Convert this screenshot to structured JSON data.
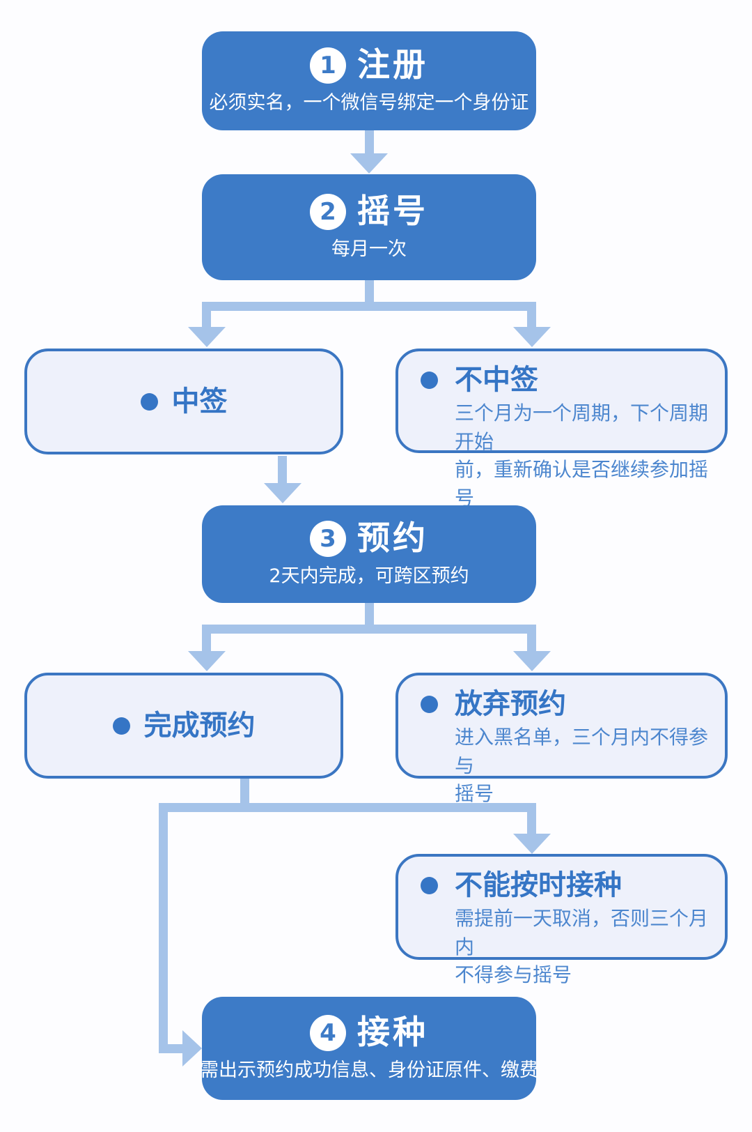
{
  "flow": {
    "steps": [
      {
        "num": "1",
        "title": "注册",
        "subtitle": "必须实名，一个微信号绑定一个身份证"
      },
      {
        "num": "2",
        "title": "摇号",
        "subtitle": "每月一次"
      },
      {
        "num": "3",
        "title": "预约",
        "subtitle": "2天内完成，可跨区预约"
      },
      {
        "num": "4",
        "title": "接种",
        "subtitle": "需出示预约成功信息、身份证原件、缴费"
      }
    ],
    "outcomes": {
      "win": {
        "title": "中签"
      },
      "lose": {
        "title": "不中签",
        "body": "三个月为一个周期，下个周期开始\n前，重新确认是否继续参加摇号"
      },
      "done": {
        "title": "完成预约"
      },
      "abandon": {
        "title": "放弃预约",
        "body": "进入黑名单，三个月内不得参与\n摇号"
      },
      "miss": {
        "title": "不能按时接种",
        "body": "需提前一天取消，否则三个月内\n不得参与摇号"
      }
    }
  },
  "colors": {
    "primary": "#3d7bc7",
    "light": "#eef1fb",
    "border": "#3b76c2",
    "titleblue": "#3575c5",
    "bodyblue": "#4c86ce",
    "arrow": "#a5c3e9",
    "bg": "#fdfdff"
  }
}
